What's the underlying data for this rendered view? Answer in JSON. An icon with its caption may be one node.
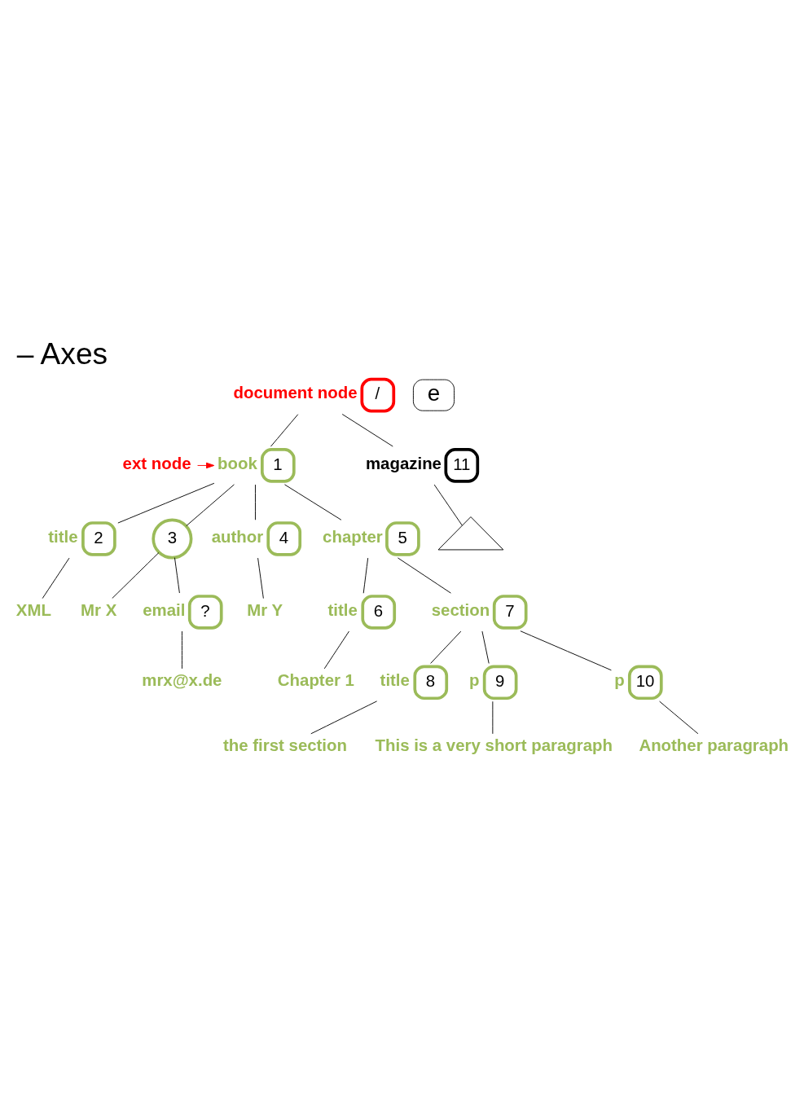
{
  "diagram": {
    "title": "– Axes",
    "nodes": [
      {
        "text": [
          "/"
        ],
        "beside": [
          "document node"
        ]
      },
      {
        "text": [
          "1"
        ],
        "beside": [
          "book"
        ]
      },
      {
        "text": [
          "11"
        ],
        "beside": [
          "magazine"
        ]
      },
      {
        "text": [],
        "shape": "triangle"
      },
      {
        "text": [
          "ext node"
        ]
      },
      {
        "text": [
          "2"
        ],
        "beside": [
          "title"
        ]
      },
      {
        "text": [
          "3"
        ]
      },
      {
        "text": [
          "4"
        ],
        "beside": [
          "author"
        ]
      },
      {
        "text": [
          "5"
        ],
        "beside": [
          "chapter"
        ]
      },
      {
        "text": [
          "XML"
        ]
      },
      {
        "text": [
          "Mr X"
        ]
      },
      {
        "text": [
          "?"
        ],
        "beside": [
          "email"
        ]
      },
      {
        "text": [
          "Mr Y"
        ]
      },
      {
        "text": [
          "mrx@x.de"
        ]
      },
      {
        "text": [
          "6"
        ],
        "beside": [
          "title"
        ]
      },
      {
        "text": [
          "7"
        ],
        "beside": [
          "section"
        ]
      },
      {
        "text": [
          "Chapter 1"
        ]
      },
      {
        "text": [
          "8"
        ],
        "beside": [
          "title"
        ]
      },
      {
        "text": [
          "9"
        ],
        "beside": [
          "p"
        ]
      },
      {
        "text": [
          "10"
        ],
        "beside": [
          "p"
        ]
      },
      {
        "text": [
          "the first section"
        ]
      },
      {
        "text": [
          "This is a very short paragraph"
        ]
      },
      {
        "text": [
          "Another paragraph"
        ]
      },
      {
        "text": [
          "e"
        ]
      }
    ],
    "edges": [
      {
        "from": 0,
        "to": 1,
        "arrow": "none"
      },
      {
        "from": 0,
        "to": 2,
        "arrow": "none"
      },
      {
        "from": 2,
        "to": 3,
        "arrow": "none"
      },
      {
        "from": 4,
        "to": 1,
        "arrow": "to",
        "color": "#ff0000"
      },
      {
        "from": 1,
        "to": 5,
        "arrow": "none"
      },
      {
        "from": 1,
        "to": 6,
        "arrow": "none"
      },
      {
        "from": 1,
        "to": 7,
        "arrow": "none"
      },
      {
        "from": 1,
        "to": 8,
        "arrow": "none"
      },
      {
        "from": 5,
        "to": 9,
        "arrow": "none"
      },
      {
        "from": 6,
        "to": 10,
        "arrow": "none"
      },
      {
        "from": 6,
        "to": 11,
        "arrow": "none"
      },
      {
        "from": 7,
        "to": 12,
        "arrow": "none"
      },
      {
        "from": 11,
        "to": 13,
        "arrow": "none"
      },
      {
        "from": 8,
        "to": 14,
        "arrow": "none"
      },
      {
        "from": 8,
        "to": 15,
        "arrow": "none"
      },
      {
        "from": 14,
        "to": 16,
        "arrow": "none"
      },
      {
        "from": 15,
        "to": 17,
        "arrow": "none"
      },
      {
        "from": 15,
        "to": 18,
        "arrow": "none"
      },
      {
        "from": 15,
        "to": 19,
        "arrow": "none"
      },
      {
        "from": 17,
        "to": 20,
        "arrow": "none"
      },
      {
        "from": 18,
        "to": 21,
        "arrow": "none"
      },
      {
        "from": 19,
        "to": 22,
        "arrow": "none"
      }
    ]
  }
}
